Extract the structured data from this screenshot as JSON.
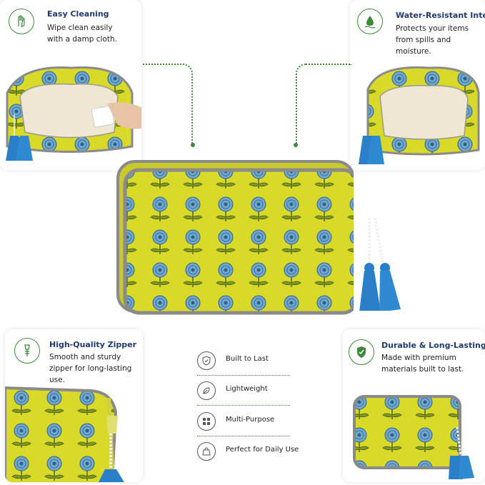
{
  "features": {
    "easy_cleaning": {
      "title": "Easy Cleaning",
      "desc": "Wipe clean easily with a damp cloth.",
      "icon": "hand-wipe-icon"
    },
    "water_resistant": {
      "title": "Water-Resistant Interior",
      "desc": "Protects your items from spills and moisture.",
      "icon": "water-drop-icon"
    },
    "zipper": {
      "title": "High-Quality Zipper",
      "desc": "Smooth and sturdy zipper for long-lasting use.",
      "icon": "zipper-icon"
    },
    "durable": {
      "title": "Durable & Long-Lasting",
      "desc": "Made with premium materials built to last.",
      "icon": "shield-check-icon"
    }
  },
  "benefits": [
    {
      "label": "Built to Last",
      "icon": "shield-icon"
    },
    {
      "label": "Lightweight",
      "icon": "leaf-icon"
    },
    {
      "label": "Multi-Purpose",
      "icon": "grid-icon"
    },
    {
      "label": "Perfect for Daily Use",
      "icon": "bag-icon"
    }
  ],
  "colors": {
    "accent_green": "#3d8a3a",
    "title_blue": "#1f3a6b",
    "bag_yellow": "#d9d92a",
    "flower_blue": "#6fa7cf",
    "tassel_blue": "#2a7fc8",
    "piping_grey": "#8a8a8a"
  }
}
